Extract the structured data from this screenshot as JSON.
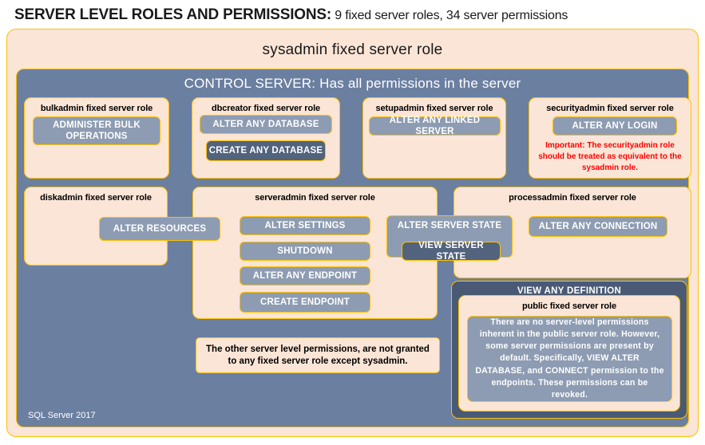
{
  "title": {
    "main": "SERVER LEVEL ROLES AND PERMISSIONS:",
    "sub": " 9 fixed server roles, 34 server permissions"
  },
  "sysadmin": {
    "label": "sysadmin fixed server role"
  },
  "control_server": {
    "label": "CONTROL SERVER: Has all permissions in the server"
  },
  "footer": {
    "version": "SQL Server 2017"
  },
  "roles": {
    "bulkadmin": {
      "title": "bulkadmin fixed server role",
      "permissions": [
        "ADMINISTER  BULK OPERATIONS"
      ]
    },
    "dbcreator": {
      "title": "dbcreator fixed server role",
      "permissions": [
        "ALTER ANY DATABASE",
        "CREATE  ANY DATABASE"
      ]
    },
    "setupadmin": {
      "title": "setupadmin fixed server role",
      "permissions": [
        "ALTER ANY LINKED SERVER"
      ]
    },
    "securityadmin": {
      "title": "securityadmin fixed server role",
      "permissions": [
        "ALTER ANY LOGIN"
      ],
      "warning": "Important:  The securityadmin role should  be treated as equivalent to the  sysadmin role."
    },
    "diskadmin": {
      "title": "diskadmin fixed server role",
      "permissions": [
        "ALTER RESOURCES"
      ]
    },
    "serveradmin": {
      "title": "serveradmin fixed server role",
      "permissions": [
        "ALTER SETTINGS",
        "SHUTDOWN",
        "ALTER ANY ENDPOINT",
        "CREATE  ENDPOINT",
        "ALTER SERVER  STATE",
        "VIEW SERVER  STATE"
      ]
    },
    "processadmin": {
      "title": "processadmin fixed server role",
      "permissions": [
        "ALTER ANY CONNECTION"
      ]
    },
    "public": {
      "view_any_definition": "VIEW ANY DEFINITION",
      "title": "public  fixed server role",
      "note": "There are no server-level permissions inherent in the public server role. However, some server permissions are present by default. Specifically, VIEW ALTER DATABASE, and CONNECT permission to the endpoints. These permissions can be revoked."
    }
  },
  "notes": {
    "other_permissions": "The other server level permissions,  are not granted to any fixed server role except sysadmin."
  },
  "colors": {
    "gold_border": "#ffc000",
    "peach_fill": "#fbe5d6",
    "slate_body": "#6b7fa0",
    "slate_permission": "#8d9cb2",
    "slate_dark": "#52637d",
    "slate_navy": "#4a5a75",
    "warning_red": "#ff0000"
  }
}
